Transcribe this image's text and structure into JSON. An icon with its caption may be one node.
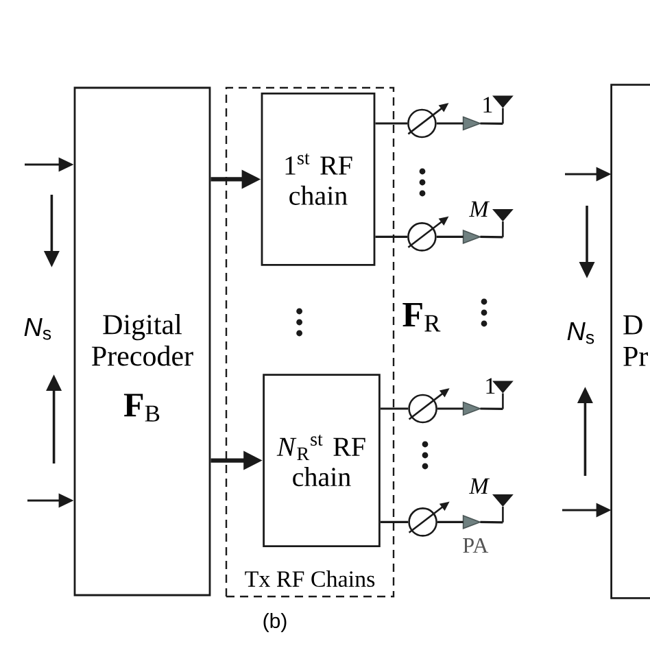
{
  "diagram": {
    "nodes": [
      {
        "text": [
          "Digital Precoder",
          "**F**$_{B}$"
        ]
      },
      {
        "text": [
          "Tx RF Chains"
        ]
      },
      {
        "text": [
          "1$^{st}$ RF chain"
        ],
        "in": 1
      },
      {
        "text": [
          "*N*$_{R}$$^{st}$ RF chain"
        ],
        "in": 1
      },
      {
        "text": [],
        "shape": "circle"
      },
      {
        "text": [],
        "shape": "triangle"
      },
      {
        "text": [],
        "shape": "antenna",
        "beside": [
          "1"
        ]
      },
      {
        "text": [],
        "shape": "circle"
      },
      {
        "text": [],
        "shape": "triangle"
      },
      {
        "text": [],
        "shape": "antenna",
        "beside": [
          "M"
        ]
      },
      {
        "text": [],
        "shape": "circle"
      },
      {
        "text": [],
        "shape": "triangle"
      },
      {
        "text": [],
        "shape": "antenna",
        "beside": [
          "1"
        ]
      },
      {
        "text": [],
        "shape": "circle"
      },
      {
        "text": [],
        "shape": "triangle",
        "beside": [
          "PA"
        ]
      },
      {
        "text": [],
        "shape": "antenna",
        "beside": [
          "M"
        ]
      },
      {
        "text": [
          "D Pr"
        ]
      }
    ],
    "edges": [
      {
        "from": null,
        "to": 0,
        "arrow": "to"
      },
      {
        "from": null,
        "to": 0,
        "arrow": "to"
      },
      {
        "from": 0,
        "to": 2,
        "arrow": "to",
        "style": "thick"
      },
      {
        "from": 0,
        "to": 3,
        "arrow": "to",
        "style": "thick"
      },
      {
        "from": 2,
        "to": 4,
        "arrow": "none"
      },
      {
        "from": 4,
        "to": 5,
        "arrow": "none"
      },
      {
        "from": 5,
        "to": 6,
        "arrow": "none"
      },
      {
        "from": 2,
        "to": 7,
        "arrow": "none"
      },
      {
        "from": 7,
        "to": 8,
        "arrow": "none"
      },
      {
        "from": 8,
        "to": 9,
        "arrow": "none"
      },
      {
        "from": 3,
        "to": 10,
        "arrow": "none"
      },
      {
        "from": 10,
        "to": 11,
        "arrow": "none"
      },
      {
        "from": 11,
        "to": 12,
        "arrow": "none"
      },
      {
        "from": 3,
        "to": 13,
        "arrow": "none"
      },
      {
        "from": 13,
        "to": 14,
        "arrow": "none"
      },
      {
        "from": 14,
        "to": 15,
        "arrow": "none"
      },
      {
        "from": null,
        "to": 16,
        "arrow": "to"
      },
      {
        "from": null,
        "to": 16,
        "arrow": "to"
      }
    ],
    "labels": [
      "*N*$_{s}$",
      "**F**$_{R}$",
      "*N*$_{s}$",
      "(b)"
    ]
  }
}
